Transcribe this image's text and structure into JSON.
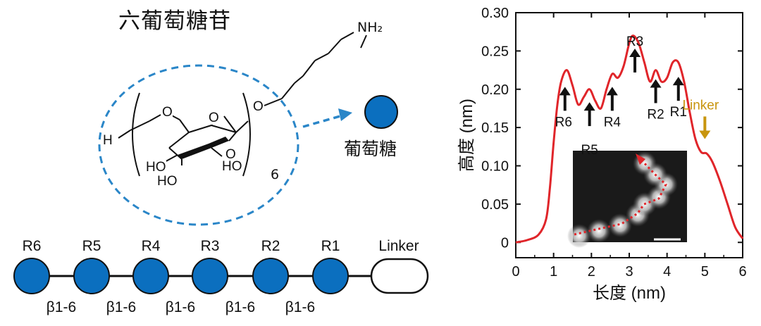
{
  "molecule": {
    "title": "六葡萄糖苷",
    "ring_substituents": [
      "O",
      "O",
      "O",
      "O",
      "H",
      "HO",
      "HO",
      "HO"
    ],
    "amine_label": "NH₂",
    "repeat_count": "6",
    "glucose_legend": "葡萄糖"
  },
  "chain": {
    "nodes": [
      "R6",
      "R5",
      "R4",
      "R3",
      "R2",
      "R1",
      "Linker"
    ],
    "bonds": [
      "β1-6",
      "β1-6",
      "β1-6",
      "β1-6",
      "β1-6"
    ]
  },
  "colors": {
    "glucose_blue": "#0b6fbf",
    "dashed_blue": "#2a86c8",
    "profile_red": "#e0252a",
    "linker_gold": "#c8950e"
  },
  "chart_data": {
    "type": "line",
    "xlabel": "长度 (nm)",
    "ylabel": "高度 (nm)",
    "xlim": [
      0,
      6
    ],
    "ylim": [
      -0.02,
      0.3
    ],
    "x_ticks": [
      "0",
      "1",
      "2",
      "3",
      "4",
      "5",
      "6"
    ],
    "y_ticks": [
      "0",
      "0.05",
      "0.10",
      "0.15",
      "0.20",
      "0.25",
      "0.30"
    ],
    "series": [
      {
        "x": [
          0,
          0.3,
          0.6,
          0.8,
          0.9,
          1.0,
          1.1,
          1.2,
          1.35,
          1.5,
          1.65,
          1.8,
          1.95,
          2.1,
          2.25,
          2.4,
          2.55,
          2.7,
          2.85,
          3.0,
          3.1,
          3.25,
          3.4,
          3.55,
          3.7,
          3.85,
          4.0,
          4.15,
          4.3,
          4.45,
          4.6,
          4.75,
          4.9,
          5.05,
          5.2,
          5.4,
          5.6,
          5.8,
          6.0
        ],
        "y": [
          0.0,
          0.003,
          0.01,
          0.03,
          0.07,
          0.13,
          0.18,
          0.21,
          0.225,
          0.205,
          0.18,
          0.19,
          0.2,
          0.185,
          0.175,
          0.2,
          0.22,
          0.215,
          0.23,
          0.26,
          0.27,
          0.26,
          0.235,
          0.21,
          0.225,
          0.21,
          0.215,
          0.235,
          0.235,
          0.21,
          0.17,
          0.135,
          0.118,
          0.116,
          0.105,
          0.08,
          0.05,
          0.02,
          0.005
        ]
      }
    ],
    "annotations": [
      {
        "label": "R6",
        "x": 1.3,
        "y": 0.205
      },
      {
        "label": "R5",
        "x": 1.95,
        "y": 0.185
      },
      {
        "label": "R4",
        "x": 2.55,
        "y": 0.205
      },
      {
        "label": "R3",
        "x": 3.15,
        "y": 0.255
      },
      {
        "label": "R2",
        "x": 3.7,
        "y": 0.215
      },
      {
        "label": "R1",
        "x": 4.3,
        "y": 0.218
      },
      {
        "label": "Linker",
        "x": 5.0,
        "y": 0.135
      }
    ]
  }
}
